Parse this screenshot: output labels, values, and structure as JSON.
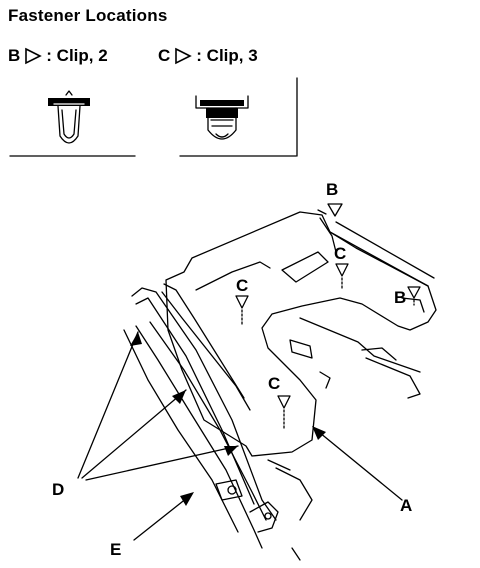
{
  "title": "Fastener Locations",
  "legend": [
    {
      "letter": "B",
      "text": ": Clip, 2"
    },
    {
      "letter": "C",
      "text": ": Clip, 3"
    }
  ],
  "callouts": {
    "b_top": "B",
    "b_right": "B",
    "c_mid": "C",
    "c_left": "C",
    "c_bottom": "C",
    "a": "A",
    "d": "D",
    "e": "E"
  },
  "colors": {
    "ink": "#000000",
    "paper": "#ffffff"
  }
}
